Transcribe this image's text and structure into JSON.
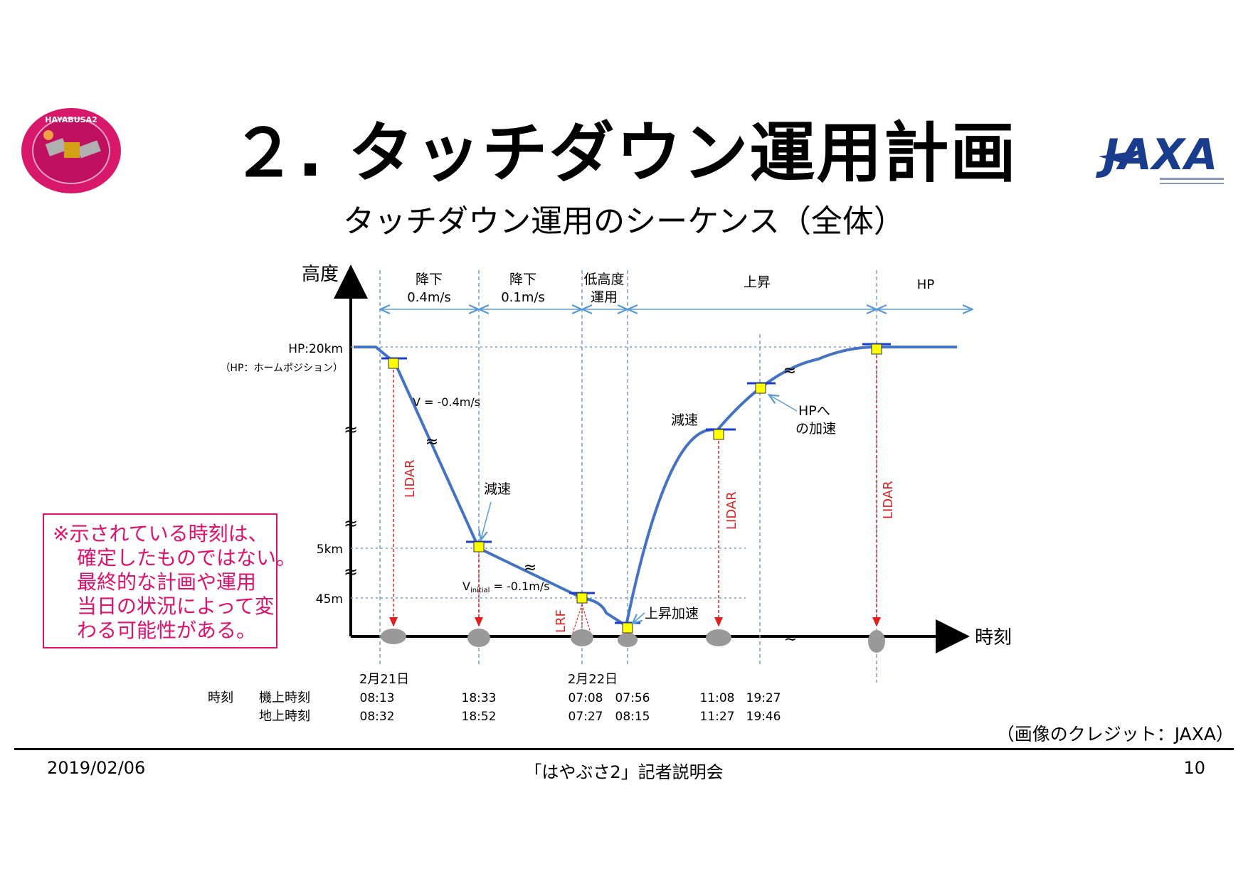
{
  "title": "２. タッチダウン運用計画",
  "subtitle": "タッチダウン運用のシーケンス（全体）",
  "logos": {
    "left": {
      "icon": "hayabusa2-mission-patch",
      "text": "HAYABUSA2"
    },
    "right": {
      "icon": "jaxa-logo",
      "text": "JAXA"
    }
  },
  "diagram": {
    "y_axis_label": "高度",
    "x_axis_label": "時刻",
    "altitude_labels": {
      "hp": "HP:20km",
      "hp_note": "（HP：ホームポジション）",
      "km5": "5km",
      "m45": "45m"
    },
    "phases": [
      {
        "line1": "降下",
        "line2": "0.4m/s"
      },
      {
        "line1": "降下",
        "line2": "0.1m/s"
      },
      {
        "line1": "低高度",
        "line2": "運用"
      },
      {
        "line1": "上昇",
        "line2": ""
      },
      {
        "line1": "HP",
        "line2": ""
      }
    ],
    "annotations": {
      "v_descent": "V = -0.4m/s",
      "decel_1": "減速",
      "v_initial_prefix": "V",
      "v_initial_sub": "initial",
      "v_initial_suffix": " = -0.1m/s",
      "ascent_accel": "上昇加速",
      "decel_2": "減速",
      "hp_accel_1": "HPへ",
      "hp_accel_2": "の加速",
      "lidar": "LIDAR",
      "lrf": "LRF"
    },
    "dates": {
      "d1": "2月21日",
      "d2": "2月22日"
    },
    "time_table": {
      "header": "時刻",
      "rows": [
        {
          "label": "機上時刻",
          "times": [
            "08:13",
            "18:33",
            "07:08",
            "07:56",
            "11:08",
            "19:27"
          ]
        },
        {
          "label": "地上時刻",
          "times": [
            "08:32",
            "18:52",
            "07:27",
            "08:15",
            "11:27",
            "19:46"
          ]
        }
      ]
    },
    "colors": {
      "trajectory": "#4472c4",
      "lidar": "#e02020",
      "spacecraft": "#ffff00",
      "phase_arrow": "#5b9bd5"
    }
  },
  "note": {
    "lines": [
      "※示されている時刻は、",
      "確定したものではない。",
      "最終的な計画や運用",
      "当日の状況によって変",
      "わる可能性がある。"
    ]
  },
  "credit": "（画像のクレジット：JAXA）",
  "footer": {
    "date": "2019/02/06",
    "event": "「はやぶさ2」記者説明会",
    "page": "10"
  }
}
